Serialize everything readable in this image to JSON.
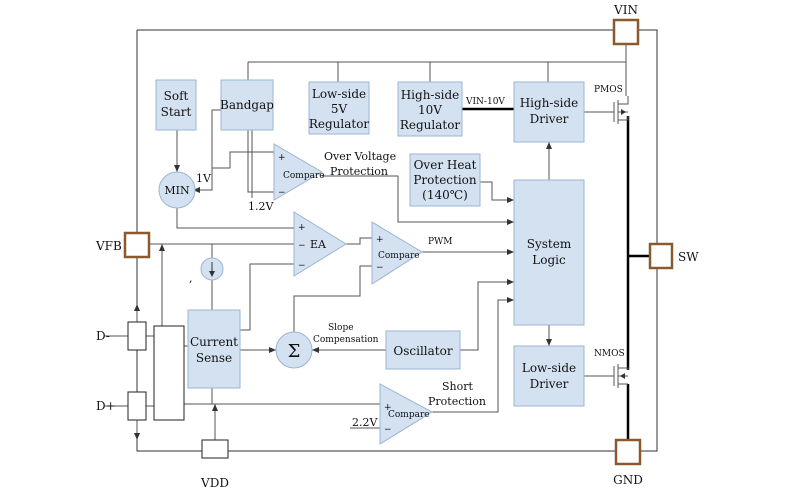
{
  "pins": {
    "vin": "VIN",
    "sw": "SW",
    "gnd": "GND",
    "vfb": "VFB",
    "dminus": "D-",
    "dplus": "D+",
    "vdd": "VDD"
  },
  "blocks": {
    "soft_start": [
      "Soft",
      "Start"
    ],
    "bandgap": "Bandgap",
    "lowside_5v_reg": [
      "Low-side",
      "5V",
      "Regulator"
    ],
    "highside_10v_reg": [
      "High-side",
      "10V",
      "Regulator"
    ],
    "highside_driver": [
      "High-side",
      "Driver"
    ],
    "over_heat": [
      "Over Heat",
      "Protection",
      "(140℃)"
    ],
    "system_logic": [
      "System",
      "Logic"
    ],
    "current_sense": [
      "Current",
      "Sense"
    ],
    "oscillator": "Oscillator",
    "lowside_driver": [
      "Low-side",
      "Driver"
    ],
    "min": "MIN",
    "sigma": "Σ"
  },
  "comparators": {
    "ovp": "Compare",
    "ea": "EA",
    "pwm": "Compare",
    "short": "Compare"
  },
  "labels": {
    "over_voltage": [
      "Over Voltage",
      "Protection"
    ],
    "pwm": "PWM",
    "slope": [
      "Slope",
      "Compensation"
    ],
    "short": [
      "Short",
      "Protection"
    ],
    "vin_10v": "VIN-10V",
    "pmos": "PMOS",
    "nmos": "NMOS",
    "v1": "1V",
    "v12": "1.2V",
    "v22": "2.2V",
    "plus": "+",
    "minus": "−",
    "comma": ","
  }
}
